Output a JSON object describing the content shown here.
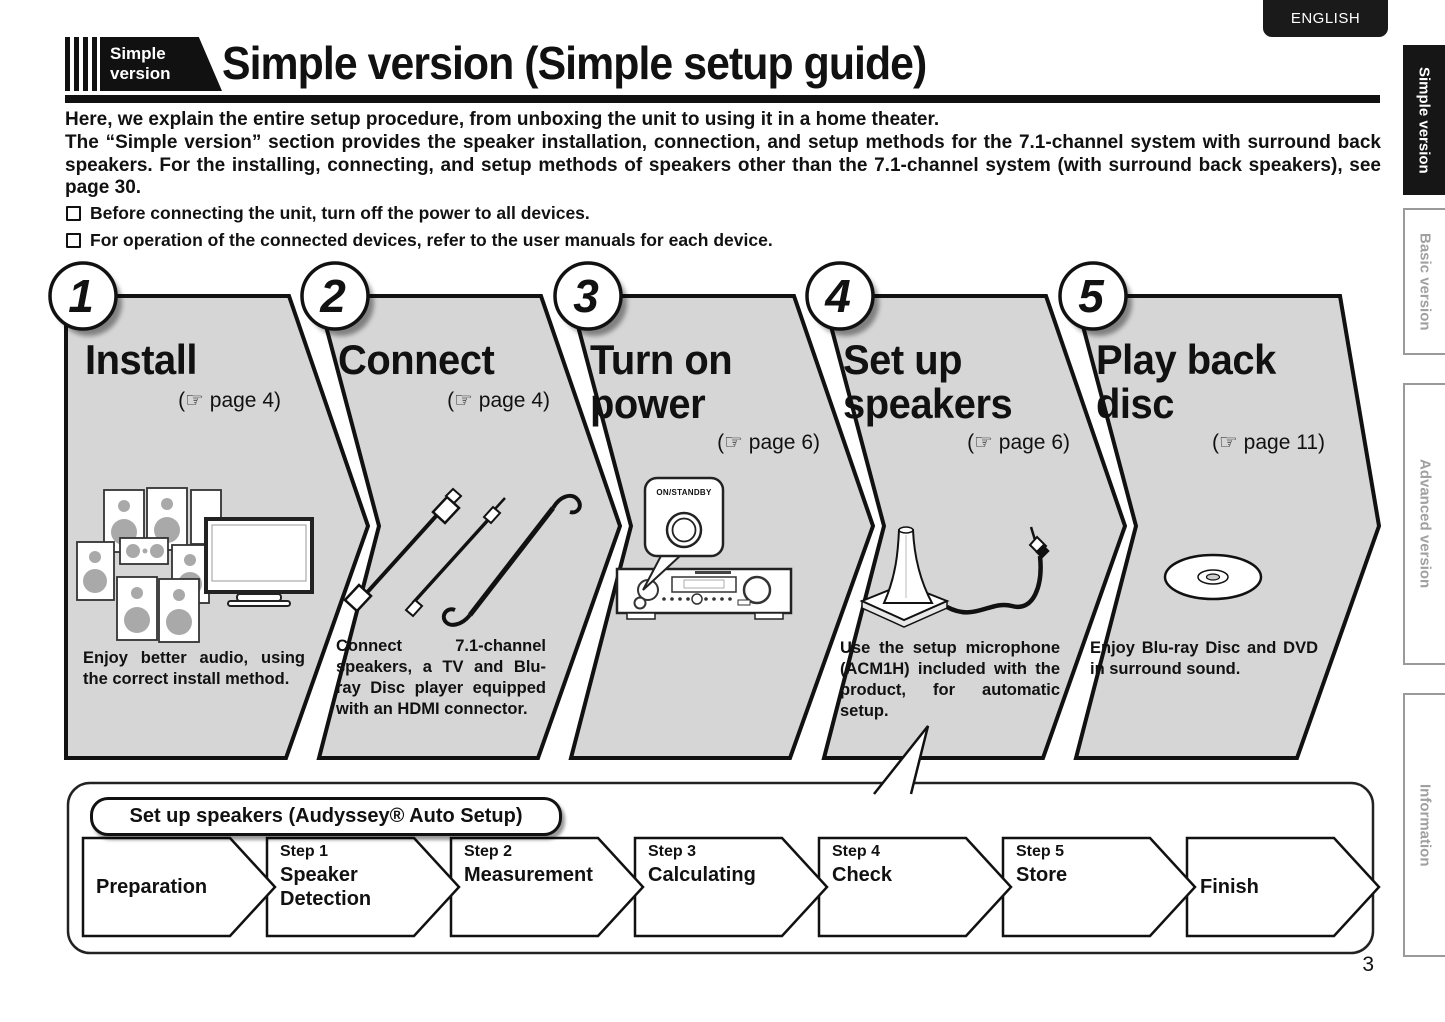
{
  "header": {
    "language_label": "ENGLISH",
    "badge_line1": "Simple",
    "badge_line2": "version",
    "title": "Simple version (Simple setup guide)"
  },
  "intro": {
    "line1": "Here, we explain the entire setup procedure, from unboxing the unit to using it in a home theater.",
    "paragraph": "The “Simple version” section provides the speaker installation, connection, and setup methods for the 7.1-channel system with surround back speakers. For the installing, connecting, and setup methods of speakers other than the 7.1-channel system (with surround back speakers), see page 30.",
    "notes": [
      "Before connecting the unit, turn off the power to all devices.",
      "For operation of the connected devices, refer to the user manuals for each device."
    ]
  },
  "steps": [
    {
      "number": "1",
      "title": "Install",
      "page_ref": "(☞ page 4)",
      "description": "Enjoy better audio, using the correct install method.",
      "illustration": "speaker-layout"
    },
    {
      "number": "2",
      "title": "Connect",
      "page_ref": "(☞ page 4)",
      "description": "Connect 7.1-channel speakers, a TV and Blu-ray Disc player equipped with an HDMI connector.",
      "illustration": "cables"
    },
    {
      "number": "3",
      "title": "Turn on\npower",
      "page_ref": "(☞ page 6)",
      "button_label": "ON/STANDBY",
      "illustration": "receiver-power-button"
    },
    {
      "number": "4",
      "title": "Set up\nspeakers",
      "page_ref": "(☞ page 6)",
      "description": "Use the setup microphone (ACM1H) included with the product, for automatic setup.",
      "illustration": "setup-microphone"
    },
    {
      "number": "5",
      "title": "Play back\ndisc",
      "page_ref": "(☞ page 11)",
      "description": "Enjoy Blu-ray Disc and DVD in surround sound.",
      "illustration": "disc"
    }
  ],
  "auto_setup_flow": {
    "title": "Set up speakers (Audyssey® Auto Setup)",
    "stages": [
      {
        "label": "",
        "name": "Preparation"
      },
      {
        "label": "Step 1",
        "name": "Speaker Detection"
      },
      {
        "label": "Step 2",
        "name": "Measurement"
      },
      {
        "label": "Step 3",
        "name": "Calculating"
      },
      {
        "label": "Step 4",
        "name": "Check"
      },
      {
        "label": "Step 5",
        "name": "Store"
      },
      {
        "label": "",
        "name": "Finish"
      }
    ]
  },
  "side_tabs": [
    {
      "label": "Simple version",
      "active": true
    },
    {
      "label": "Basic version",
      "active": false
    },
    {
      "label": "Advanced version",
      "active": false
    },
    {
      "label": "Information",
      "active": false
    }
  ],
  "footer": {
    "page_number": "3"
  },
  "colors": {
    "panel_fill": "#d6d6d6",
    "ink": "#111111",
    "tab_inactive_border": "#9a9a9a",
    "tab_inactive_text": "#a0a0a0"
  }
}
